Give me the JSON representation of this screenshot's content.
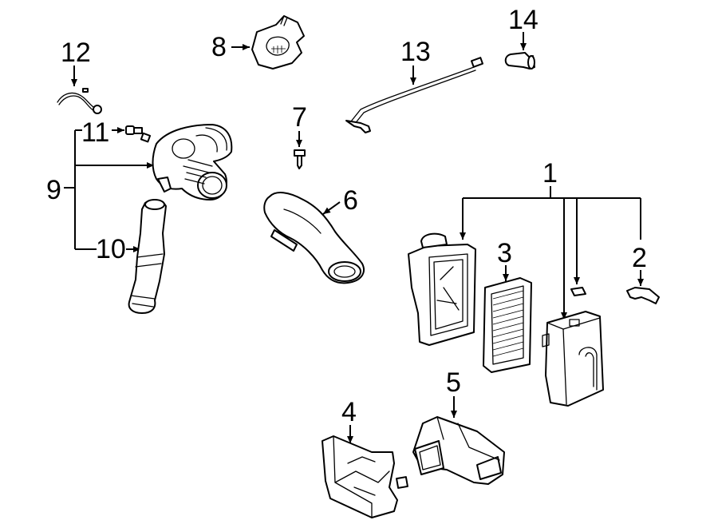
{
  "callouts": {
    "n1": "1",
    "n2": "2",
    "n3": "3",
    "n4": "4",
    "n5": "5",
    "n6": "6",
    "n7": "7",
    "n8": "8",
    "n9": "9",
    "n10": "10",
    "n11": "11",
    "n12": "12",
    "n13": "13",
    "n14": "14"
  },
  "colors": {
    "line": "#000000",
    "background": "#ffffff"
  }
}
